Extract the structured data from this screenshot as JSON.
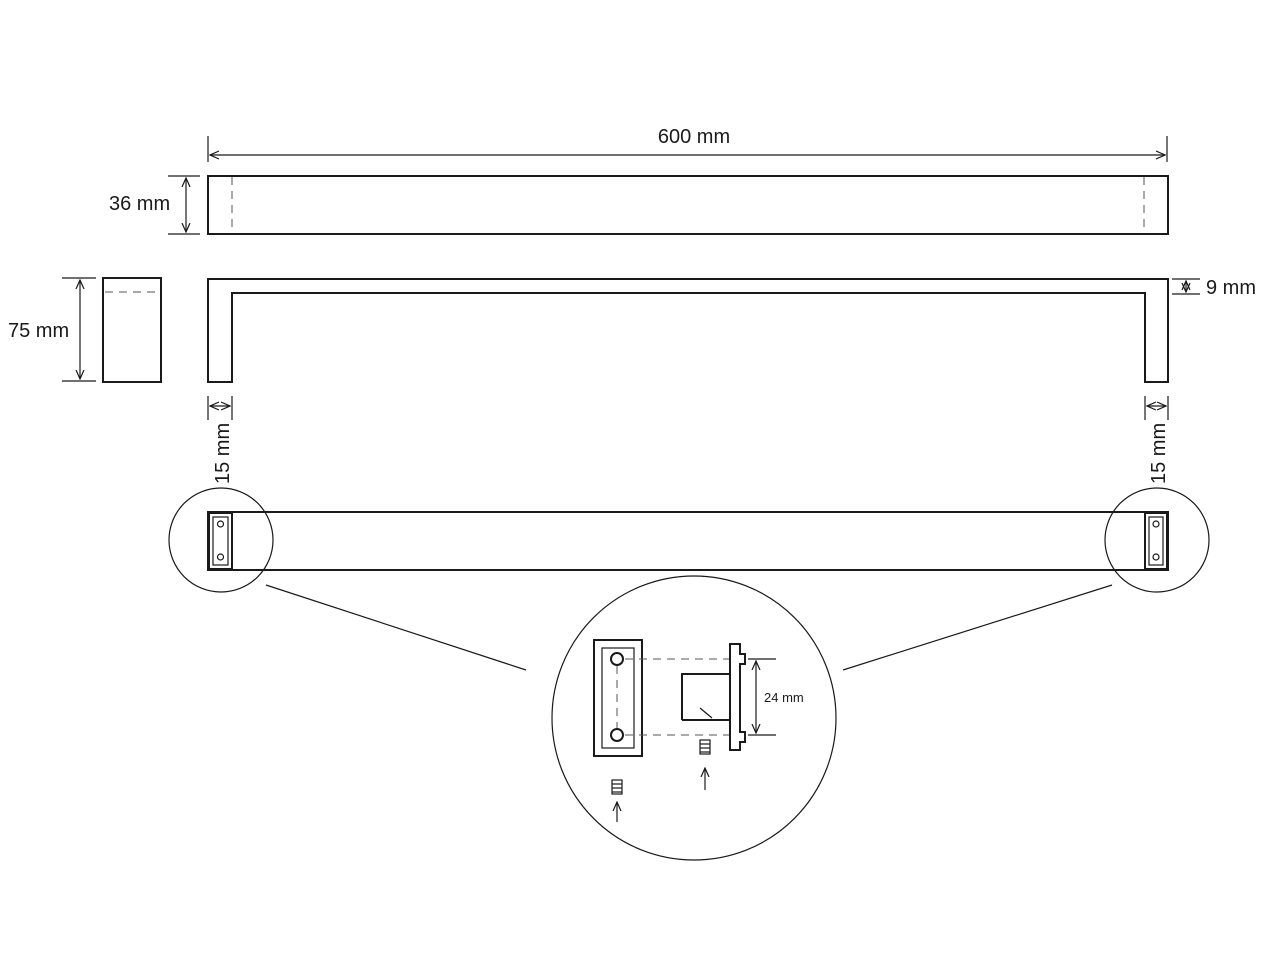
{
  "dimensions": {
    "total_length": "600 mm",
    "bar_width": "36 mm",
    "side_height": "75 mm",
    "bar_thickness": "9 mm",
    "leg_width_left": "15 mm",
    "leg_width_right": "15 mm",
    "mount_spacing": "24 mm"
  },
  "icons": {
    "arrow": "arrow-icon",
    "screw": "screw-icon"
  },
  "colors": {
    "line": "#1a1a1a",
    "background": "#ffffff"
  }
}
